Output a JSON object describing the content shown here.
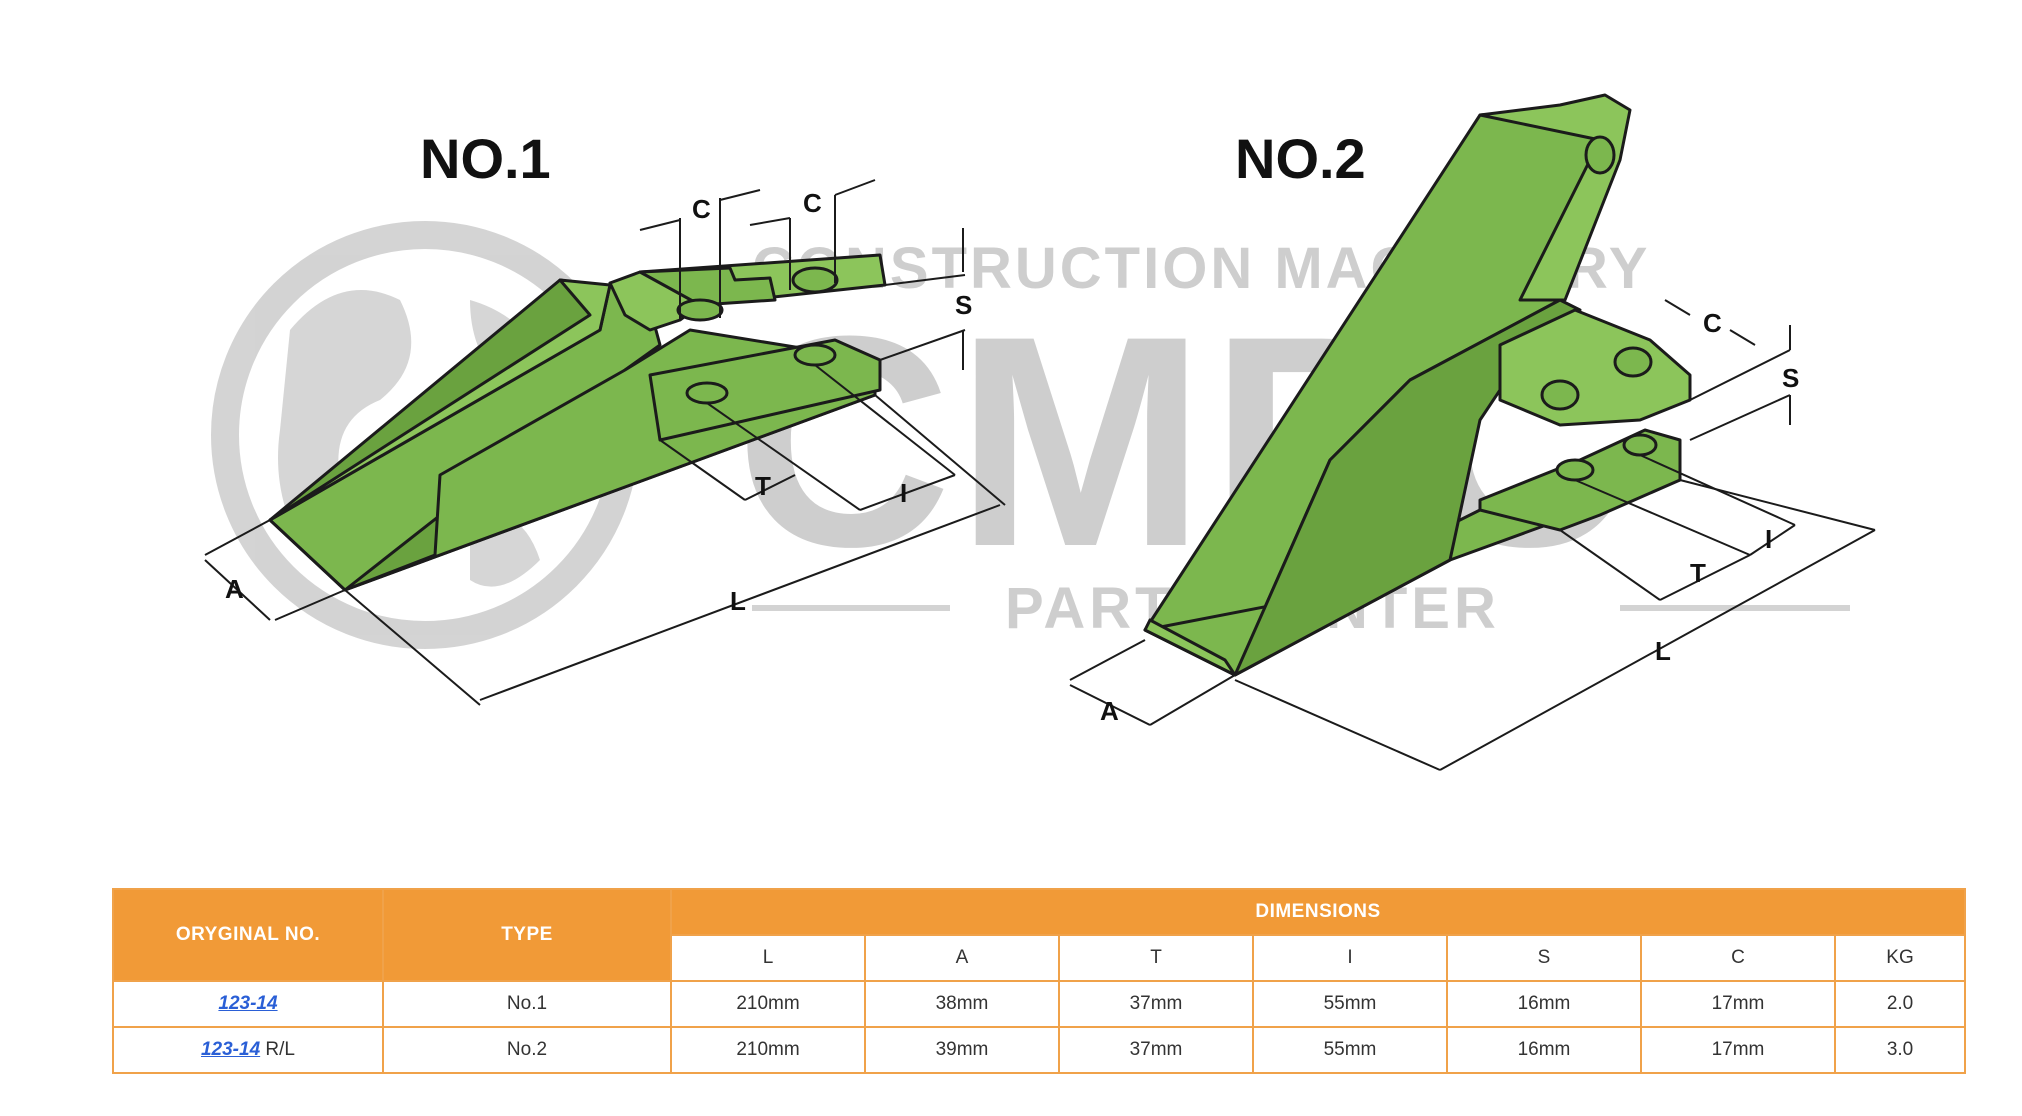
{
  "figure": {
    "labels": {
      "no1": "NO.1",
      "no2": "NO.2"
    },
    "watermark": {
      "line1": "CONSTRUCTION MACHINERY",
      "logo": "CMPC",
      "line2": "PARTS CENTER"
    },
    "dimension_letters": {
      "L": "L",
      "A": "A",
      "T": "T",
      "I": "I",
      "S": "S",
      "C": "C"
    },
    "colors": {
      "tooth_green": "#7cb74e",
      "watermark_gray": "#c9c9c9",
      "table_orange": "#f19a37",
      "link_blue": "#2a5fd6"
    }
  },
  "table": {
    "headers": {
      "original_no": "ORYGINAL NO.",
      "type": "TYPE",
      "dimensions": "DIMENSIONS"
    },
    "sub_headers": [
      "L",
      "A",
      "T",
      "I",
      "S",
      "C",
      "KG"
    ],
    "rows": [
      {
        "part_no": "123-14",
        "suffix": "",
        "type": "No.1",
        "L": "210mm",
        "A": "38mm",
        "T": "37mm",
        "I": "55mm",
        "S": "16mm",
        "C": "17mm",
        "KG": "2.0"
      },
      {
        "part_no": "123-14",
        "suffix": " R/L",
        "type": "No.2",
        "L": "210mm",
        "A": "39mm",
        "T": "37mm",
        "I": "55mm",
        "S": "16mm",
        "C": "17mm",
        "KG": "3.0"
      }
    ]
  }
}
